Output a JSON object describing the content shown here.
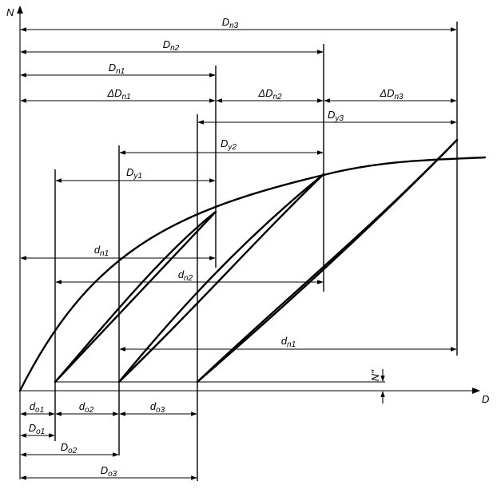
{
  "axes": {
    "y": {
      "sym": "N"
    },
    "x": {
      "sym": "D"
    }
  },
  "dims": {
    "Dn3": {
      "sym": "D",
      "sub": "n3",
      "italic": true
    },
    "Dn2": {
      "sym": "D",
      "sub": "n2",
      "italic": true
    },
    "Dn1": {
      "sym": "D",
      "sub": "n1",
      "italic": true
    },
    "dDn1": {
      "sym": "ΔD",
      "sub": "n1",
      "italic": true
    },
    "dDn2": {
      "sym": "ΔD",
      "sub": "n2",
      "italic": true
    },
    "dDn3": {
      "sym": "ΔD",
      "sub": "n3",
      "italic": true
    },
    "Dy3": {
      "sym": "D",
      "sub": "y3",
      "italic": true
    },
    "Dy2": {
      "sym": "D",
      "sub": "y2",
      "italic": true
    },
    "Dy1": {
      "sym": "D",
      "sub": "y1",
      "italic": true
    },
    "dn1": {
      "sym": "d",
      "sub": "n1",
      "italic": true
    },
    "dn2": {
      "sym": "d",
      "sub": "n2",
      "italic": true
    },
    "dn1b": {
      "sym": "d",
      "sub": "n1",
      "italic": true
    },
    "Npp": {
      "sym": "N''",
      "sub": "",
      "italic": true
    },
    "do1": {
      "sym": "d",
      "sub": "o1",
      "italic": true
    },
    "do2": {
      "sym": "d",
      "sub": "o2",
      "italic": true
    },
    "do3": {
      "sym": "d",
      "sub": "o3",
      "italic": true
    },
    "Do1": {
      "sym": "D",
      "sub": "o1",
      "italic": true
    },
    "Do2": {
      "sym": "D",
      "sub": "o2",
      "italic": true
    },
    "Do3": {
      "sym": "D",
      "sub": "o3",
      "italic": true
    }
  }
}
